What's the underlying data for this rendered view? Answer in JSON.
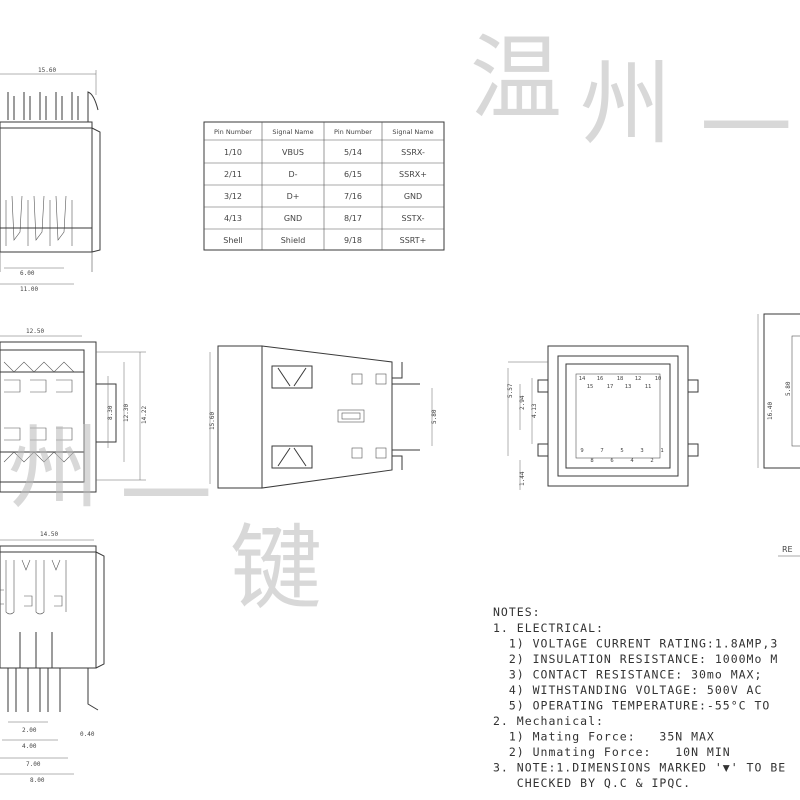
{
  "pin_table": {
    "headers": [
      "Pin Number",
      "Signal Name",
      "Pin Number",
      "Signal Name"
    ],
    "rows": [
      [
        "1/10",
        "VBUS",
        "5/14",
        "SSRX-"
      ],
      [
        "2/11",
        "D-",
        "6/15",
        "SSRX+"
      ],
      [
        "3/12",
        "D+",
        "7/16",
        "GND"
      ],
      [
        "4/13",
        "GND",
        "8/17",
        "SSTX-"
      ],
      [
        "Shell",
        "Shield",
        "9/18",
        "SSRT+"
      ]
    ]
  },
  "dimensions": {
    "top_width": "15.60",
    "top_inner": "6.00",
    "top_base": "11.00",
    "front_width": "12.50",
    "front_h1": "8.30",
    "front_h2": "12.30",
    "front_h3": "14.22",
    "side_height": "15.60",
    "side_pin": "5.80",
    "rear_a": "5.57",
    "rear_b": "2.94",
    "rear_c": "4.13",
    "rear_d": "1.44",
    "right_a": "16.40",
    "right_b": "5.80",
    "bottom_width": "14.50",
    "bottom_pitch1": "2.00",
    "bottom_pitch2": "4.00",
    "bottom_pitch3": "7.00",
    "bottom_pitch4": "8.00",
    "bottom_pin": "0.40"
  },
  "pin_numbers": {
    "top_row": [
      "14",
      "15",
      "16",
      "17",
      "18",
      "13",
      "12",
      "11",
      "10"
    ],
    "bottom_row": [
      "9",
      "8",
      "7",
      "6",
      "5",
      "4",
      "3",
      "2",
      "1"
    ]
  },
  "ref_label": "RE",
  "notes": {
    "title": "NOTES:",
    "lines": [
      "1. ELECTRICAL:",
      "  1) VOLTAGE CURRENT RATING:1.8AMP,3",
      "  2) INSULATION RESISTANCE: 1000Mo M",
      "  3) CONTACT RESISTANCE: 30mo MAX;",
      "  4) WITHSTANDING VOLTAGE: 500V AC",
      "  5) OPERATING TEMPERATURE:-55°C TO",
      "2. Mechanical:",
      "  1) Mating Force:   35N MAX",
      "  2) Unmating Force:   10N MIN",
      "3. NOTE:1.DIMENSIONS MARKED '▼' TO BE",
      "   CHECKED BY Q.C & IPQC."
    ]
  },
  "watermark": {
    "top": [
      "温",
      "州",
      "一"
    ],
    "bottom": [
      "州",
      "一",
      "键"
    ]
  }
}
